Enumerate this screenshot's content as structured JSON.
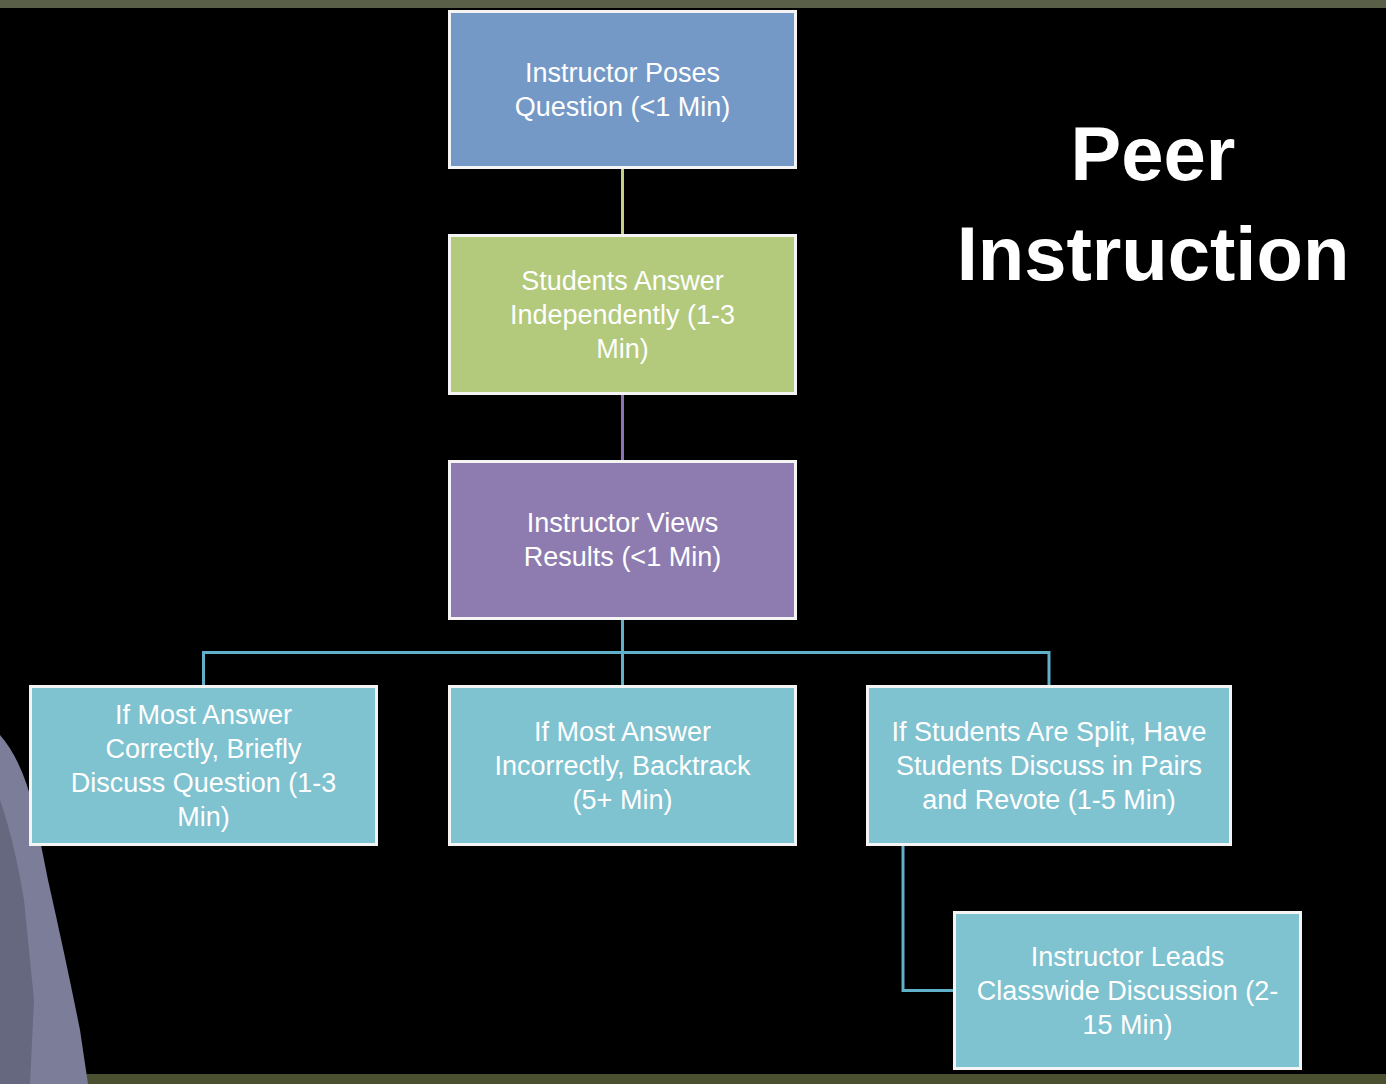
{
  "diagram": {
    "title": "Peer Instruction",
    "nodes": [
      {
        "text": [
          "Instructor Poses Question (<1 Min)"
        ]
      },
      {
        "text": [
          "Students Answer Independently (1-3 Min)"
        ]
      },
      {
        "text": [
          "Instructor Views Results (<1 Min)"
        ]
      },
      {
        "text": [
          "If Most Answer Correctly, Briefly Discuss Question (1-3 Min)"
        ]
      },
      {
        "text": [
          "If Most Answer Incorrectly, Backtrack (5+ Min)"
        ]
      },
      {
        "text": [
          "If Students Are Split, Have Students Discuss in Pairs and Revote (1-5 Min)"
        ]
      },
      {
        "text": [
          "Instructor Leads Classwide Discussion (2-15 Min)"
        ]
      }
    ],
    "edges": [
      {
        "from": 0,
        "to": 1,
        "arrow": "none"
      },
      {
        "from": 1,
        "to": 2,
        "arrow": "none"
      },
      {
        "from": 2,
        "to": 3,
        "arrow": "none"
      },
      {
        "from": 2,
        "to": 4,
        "arrow": "none"
      },
      {
        "from": 2,
        "to": 5,
        "arrow": "none"
      },
      {
        "from": 5,
        "to": 6,
        "arrow": "none"
      }
    ]
  }
}
